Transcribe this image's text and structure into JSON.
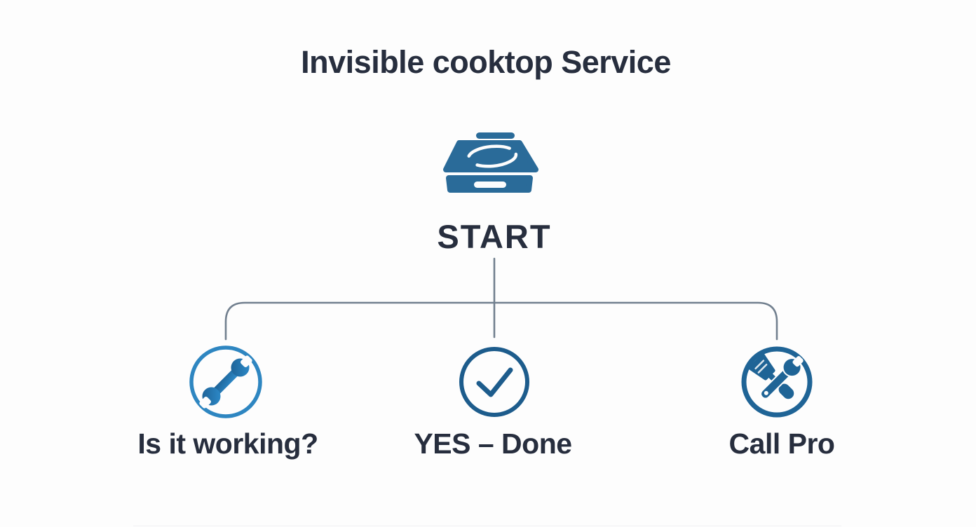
{
  "title": "Invisible cooktop Service",
  "flow": {
    "start_label": "START",
    "start_icon": "cooktop-icon",
    "branches": [
      {
        "label": "Is it working?",
        "icon": "wrench-icon"
      },
      {
        "label": "YES – Done",
        "icon": "check-icon"
      },
      {
        "label": "Call Pro",
        "icon": "tools-icon"
      }
    ]
  },
  "colors": {
    "ink": "#272e3e",
    "connector": "#72808f",
    "cooktop_blue": "#2a6b99",
    "ring_left": "#2e86c1",
    "wrench_dark": "#1b5d8f",
    "wrench_light": "#2f8fd0",
    "ring_center": "#1d5c8c",
    "ring_right": "#1f6496",
    "background": "#fdfdfd"
  }
}
